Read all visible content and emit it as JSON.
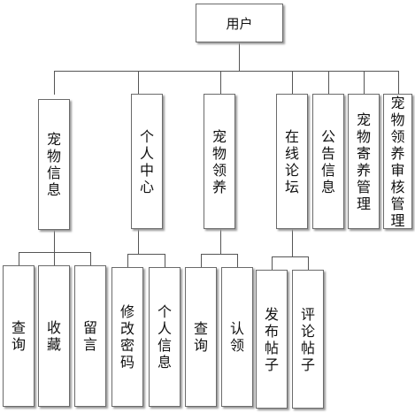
{
  "root": {
    "label": "用户"
  },
  "modules": [
    {
      "label": "宠物信息",
      "children": [
        "查询",
        "收藏",
        "留言"
      ]
    },
    {
      "label": "个人中心",
      "children": [
        "修改密码",
        "个人信息"
      ]
    },
    {
      "label": "宠物领养",
      "children": [
        "查询",
        "认领"
      ]
    },
    {
      "label": "在线论坛",
      "children": [
        "发布帖子",
        "评论帖子"
      ]
    },
    {
      "label": "公告信息",
      "children": []
    },
    {
      "label": "宠物寄养管理",
      "children": []
    },
    {
      "label": "宠物领养审核管理",
      "children": []
    }
  ],
  "colors": {
    "border": "#6b6b6b",
    "line": "#555555",
    "shadow": "#9a9a9a",
    "fill": "#ffffff"
  }
}
